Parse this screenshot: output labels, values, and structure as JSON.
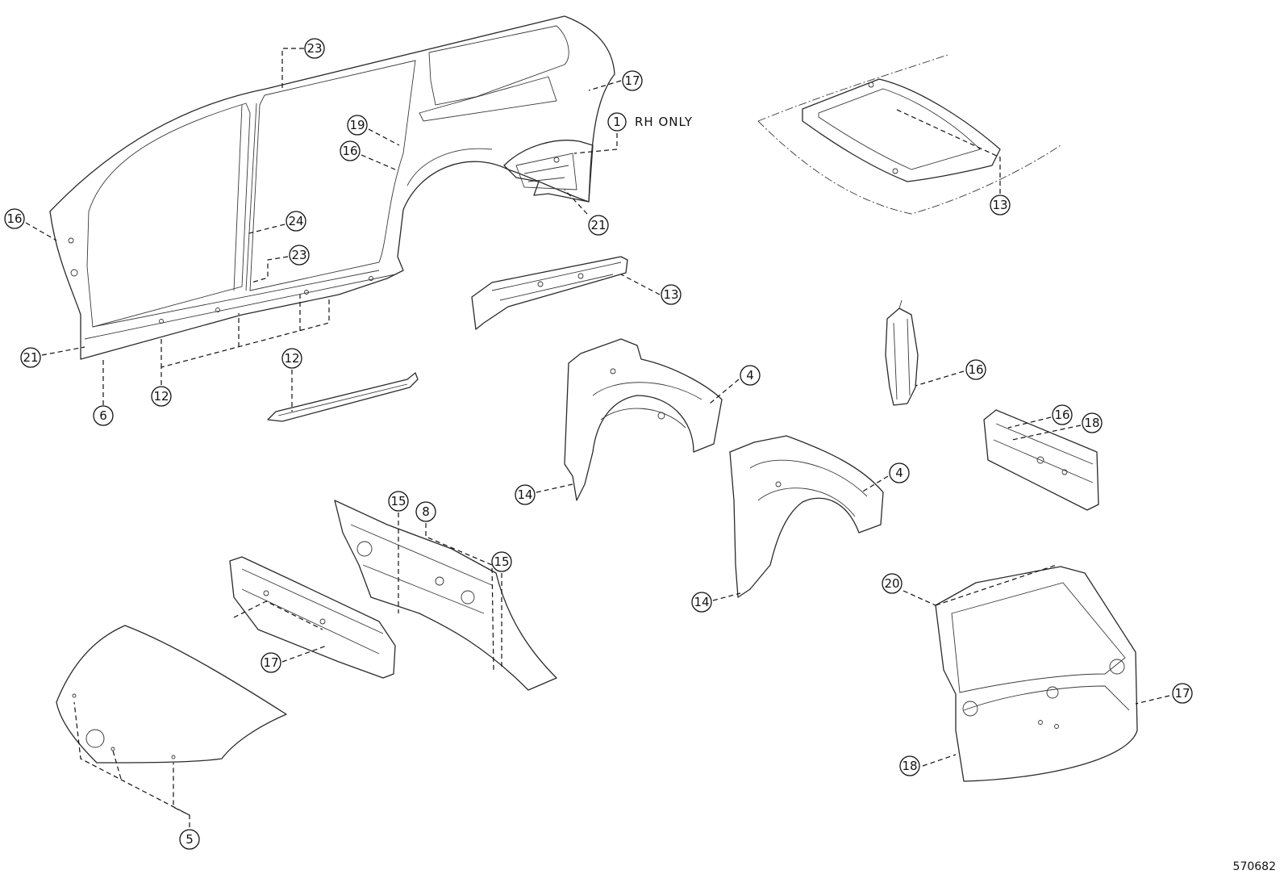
{
  "callouts": [
    {
      "id": "c1",
      "label": "1"
    },
    {
      "id": "c4a",
      "label": "4"
    },
    {
      "id": "c4b",
      "label": "4"
    },
    {
      "id": "c5",
      "label": "5"
    },
    {
      "id": "c6",
      "label": "6"
    },
    {
      "id": "c8",
      "label": "8"
    },
    {
      "id": "c12a",
      "label": "12"
    },
    {
      "id": "c12b",
      "label": "12"
    },
    {
      "id": "c13a",
      "label": "13"
    },
    {
      "id": "c13b",
      "label": "13"
    },
    {
      "id": "c14a",
      "label": "14"
    },
    {
      "id": "c14b",
      "label": "14"
    },
    {
      "id": "c15a",
      "label": "15"
    },
    {
      "id": "c15b",
      "label": "15"
    },
    {
      "id": "c16a",
      "label": "16"
    },
    {
      "id": "c16b",
      "label": "16"
    },
    {
      "id": "c16c",
      "label": "16"
    },
    {
      "id": "c16d",
      "label": "16"
    },
    {
      "id": "c17a",
      "label": "17"
    },
    {
      "id": "c17b",
      "label": "17"
    },
    {
      "id": "c17c",
      "label": "17"
    },
    {
      "id": "c17d",
      "label": "17"
    },
    {
      "id": "c18",
      "label": "18"
    },
    {
      "id": "c19",
      "label": "19"
    },
    {
      "id": "c20",
      "label": "20"
    },
    {
      "id": "c21a",
      "label": "21"
    },
    {
      "id": "c21b",
      "label": "21"
    },
    {
      "id": "c23a",
      "label": "23"
    },
    {
      "id": "c23b",
      "label": "23"
    },
    {
      "id": "c24",
      "label": "24"
    }
  ],
  "notes": {
    "rh_only": "RH ONLY",
    "figure_number": "570682"
  }
}
